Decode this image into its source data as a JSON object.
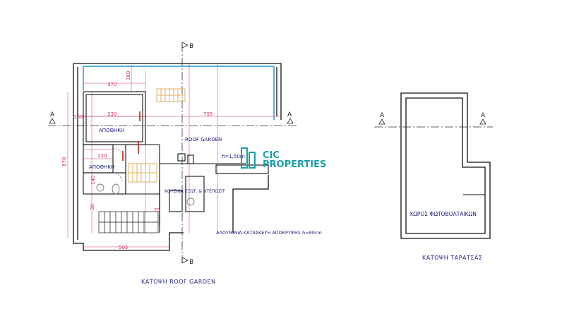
{
  "section_marks": {
    "a": "A",
    "b": "B"
  },
  "ground_plan": {
    "caption": "ΚΑΤΟΨΗ ROOF GARDEN",
    "rooms": {
      "storage1": "ΑΠΟΘΗΚΗ",
      "storage2": "ΑΠΟΘΗΚΗ",
      "roof_garden": "ROOF GARDEN",
      "outdoor_kitchen": "ΚΟΥΖΙΝΑ ΕΞΩΤ. & ΝΤΕΠΟΖΙΤ",
      "pergola_note": "ΑΛΟΥΜΙΝΙΑ ΚΑΤΑΣΚΕΥΗ ΑΠΟΚΡΥΨΗΣ h=80cm",
      "height_note": "h=1,50m"
    },
    "dimensions": {
      "d370": "370",
      "d330": "330",
      "d795": "795",
      "d180": "180",
      "d870": "870",
      "d505": "505",
      "d220": "220",
      "d140": "140",
      "d25": "25",
      "d30": "30",
      "d160": "160"
    }
  },
  "terrace_plan": {
    "caption": "ΚΑΤΟΨΗ ΤΑΡΑΤΣΑΣ",
    "zone": "ΧΩΡΟΣ ΦΩΤΟΒΟΛΤΑΙΚΩΝ"
  },
  "watermark": {
    "line1": "CIC",
    "line2": "PROPERTIES"
  },
  "colors": {
    "wall": "#111111",
    "dimension": "#d0306a",
    "glazing": "#1e90c8",
    "stair": "#e0b060",
    "watermark": "#1aa0a8"
  }
}
